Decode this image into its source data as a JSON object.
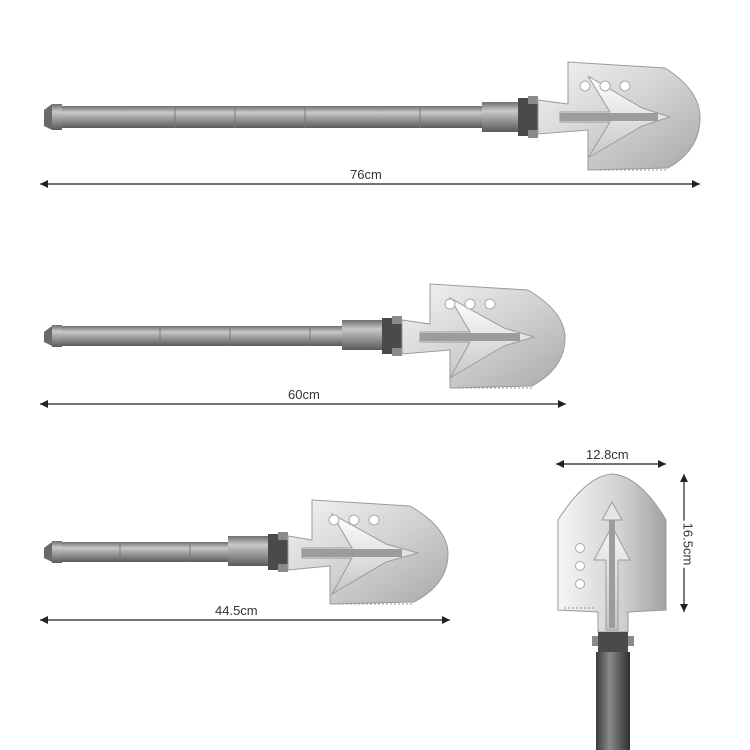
{
  "dimensions": {
    "full_length": "76cm",
    "mid_length": "60cm",
    "short_length": "44.5cm",
    "blade_width": "12.8cm",
    "blade_height": "16.5cm"
  },
  "colors": {
    "steel_light": "#e4e4e4",
    "steel_mid": "#b8b8b8",
    "steel_dark": "#7a7a7a",
    "handle": "#9a9a9a",
    "arrow": "#222222",
    "label": "#333333"
  }
}
